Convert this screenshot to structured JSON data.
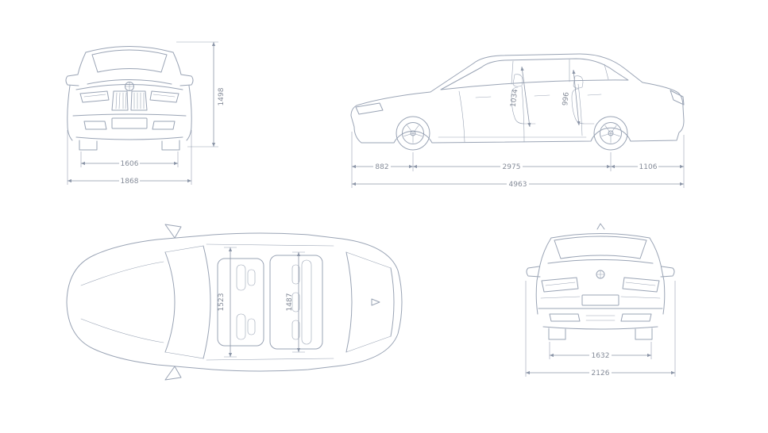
{
  "colors": {
    "bg": "#ffffff",
    "line": "#9AA4B5",
    "dim": "#8C96A8",
    "text": "#848B98"
  },
  "views": {
    "front": {
      "name": "front-view",
      "dims": {
        "height": "1498",
        "track": "1606",
        "width": "1868"
      }
    },
    "side": {
      "name": "side-view",
      "dims": {
        "headroom_front": "1034",
        "headroom_rear": "996",
        "front_overhang": "882",
        "wheelbase": "2975",
        "rear_overhang": "1106",
        "length": "4963"
      }
    },
    "top": {
      "name": "top-view",
      "dims": {
        "interior_width_front": "1523",
        "interior_width_rear": "1487"
      }
    },
    "rear": {
      "name": "rear-view",
      "dims": {
        "track": "1632",
        "width_incl_mirrors": "2126"
      }
    }
  }
}
